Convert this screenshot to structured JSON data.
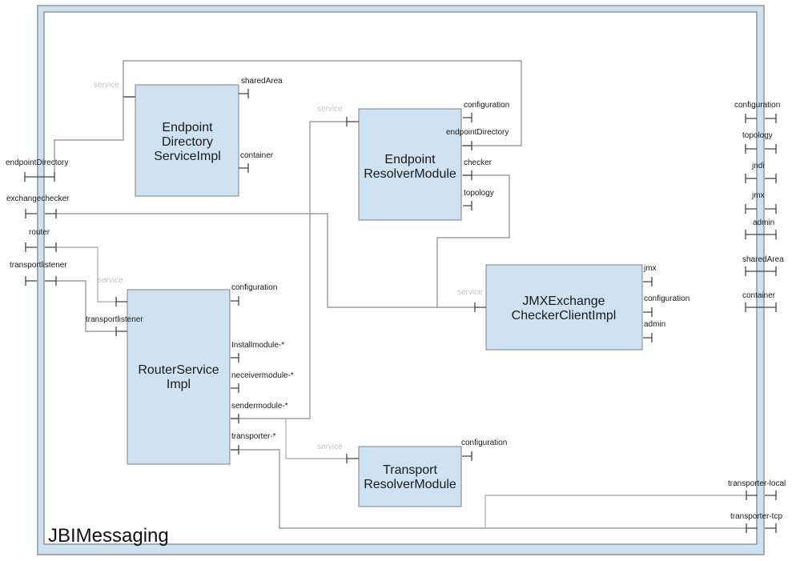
{
  "composite": {
    "name": "JBIMessaging",
    "colors": {
      "frame_fill": "#cfe2f1",
      "component_fill": "#cfe2f1",
      "border": "#8d969c",
      "service_label": "#c4c4c4"
    }
  },
  "service_label": "service",
  "components": [
    {
      "id": "endpoint-directory",
      "lines": [
        "Endpoint",
        "Directory",
        "ServiceImpl"
      ],
      "references": [
        "sharedArea",
        "container"
      ]
    },
    {
      "id": "endpoint-resolver",
      "lines": [
        "Endpoint",
        "ResolverModule"
      ],
      "references": [
        "configuration",
        "endpointDirectory",
        "checker",
        "topology"
      ]
    },
    {
      "id": "router-service",
      "lines": [
        "RouterService",
        "Impl"
      ],
      "services": [
        "service",
        "transportlistener"
      ],
      "references": [
        "configuration",
        "Installmodule-*",
        "neceivermodule-*",
        "sendermodule-*",
        "transporter-*"
      ]
    },
    {
      "id": "jmx-checker",
      "lines": [
        "JMXExchange",
        "CheckerClientImpl"
      ],
      "references": [
        "jmx",
        "configuration",
        "admin"
      ]
    },
    {
      "id": "transport-resolver",
      "lines": [
        "Transport",
        "ResolverModule"
      ],
      "references": [
        "configuration"
      ]
    }
  ],
  "composite_services": [
    "endpointDirectory",
    "exchangechecker",
    "router",
    "transportlistener"
  ],
  "composite_references": [
    "configuration",
    "topology",
    "jndi",
    "jmx",
    "admin",
    "sharedArea",
    "container",
    "transporter-local",
    "transporter-tcp"
  ]
}
